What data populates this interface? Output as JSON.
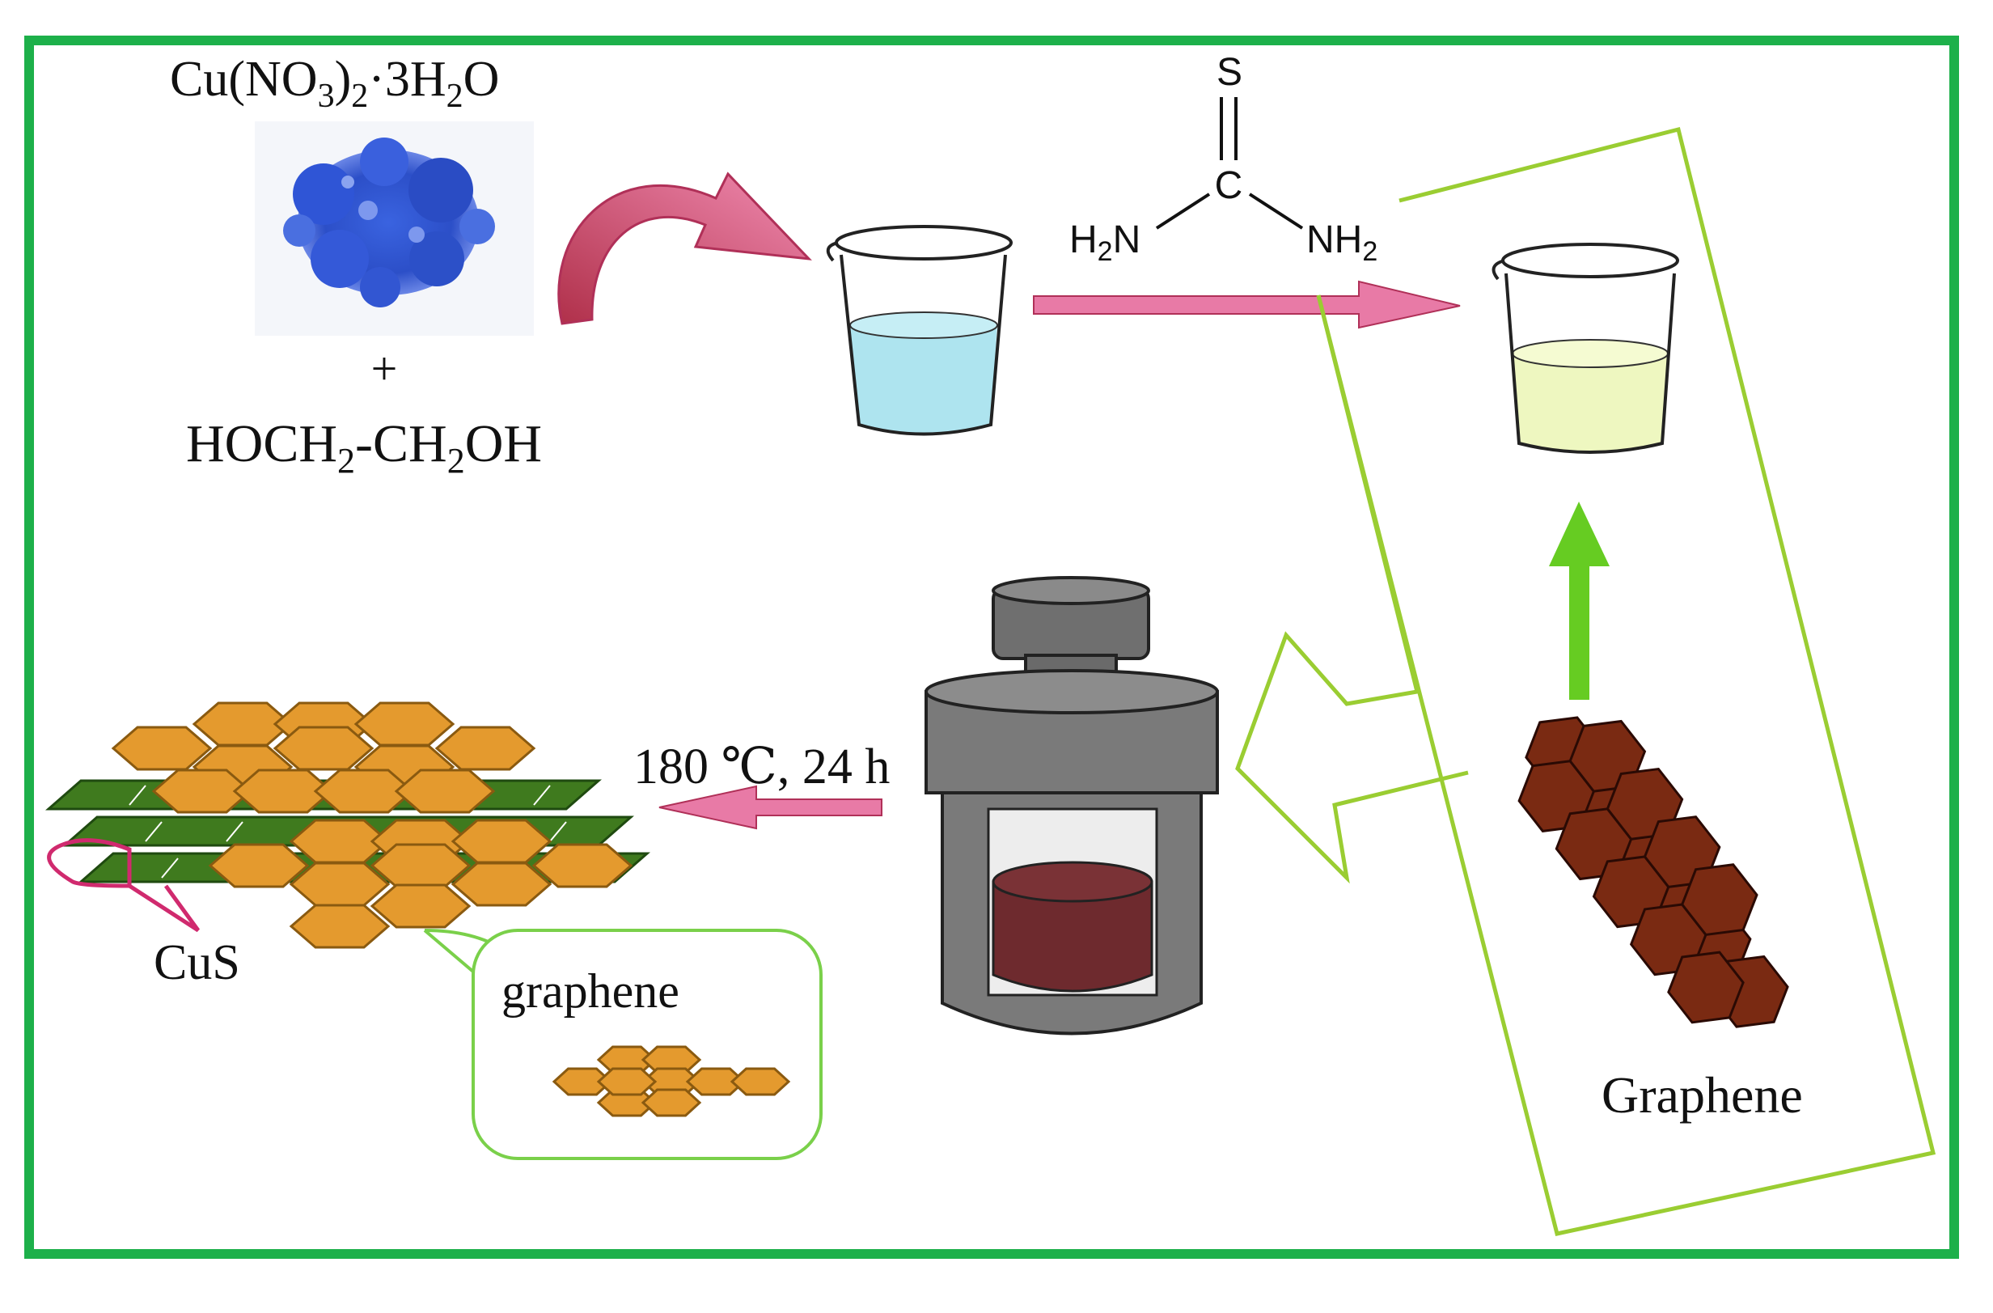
{
  "reactant": {
    "formula_main": "Cu(NO",
    "formula_sub1": "3",
    "formula_mid": ")",
    "formula_sub2": "2",
    "formula_rest": "·3H",
    "formula_sub3": "2",
    "formula_end": "O",
    "plus": "+",
    "glycol_a": "HOCH",
    "glycol_sub1": "2",
    "glycol_b": "-CH",
    "glycol_sub2": "2",
    "glycol_c": "OH"
  },
  "thiourea": {
    "s": "S",
    "c": "C",
    "h2n_h": "H",
    "h2n_sub": "2",
    "h2n_n": "N",
    "nh2_n": "NH",
    "nh2_sub": "2"
  },
  "conditions": "180 ℃, 24 h",
  "labels": {
    "cus": "CuS",
    "graphene_inset": "graphene",
    "graphene_panel": "Graphene"
  },
  "colors": {
    "frame": "#1db04a",
    "pink_arrow": "#e0709a",
    "lime": "#9acd32",
    "green_arrow": "#66cc22",
    "hex_orange": "#e49a2e",
    "hex_brown": "#7a2a12",
    "sheet_green": "#3f7a1e",
    "blue_solution": "#aee4ef",
    "yellow_solution": "#eef7c0",
    "autoclave_gray": "#7a7a7a",
    "autoclave_fill": "#6e2a2e"
  }
}
